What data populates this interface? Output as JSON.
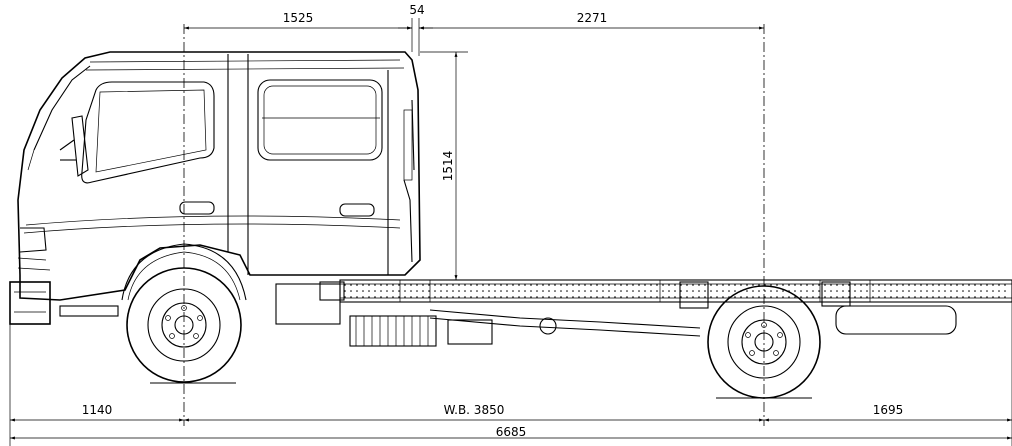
{
  "dimensions": {
    "top": [
      "1525",
      "54",
      "2271"
    ],
    "vertical": "1514",
    "bottom": [
      "1140",
      "W.B. 3850",
      "1695"
    ],
    "overall": "6685"
  }
}
